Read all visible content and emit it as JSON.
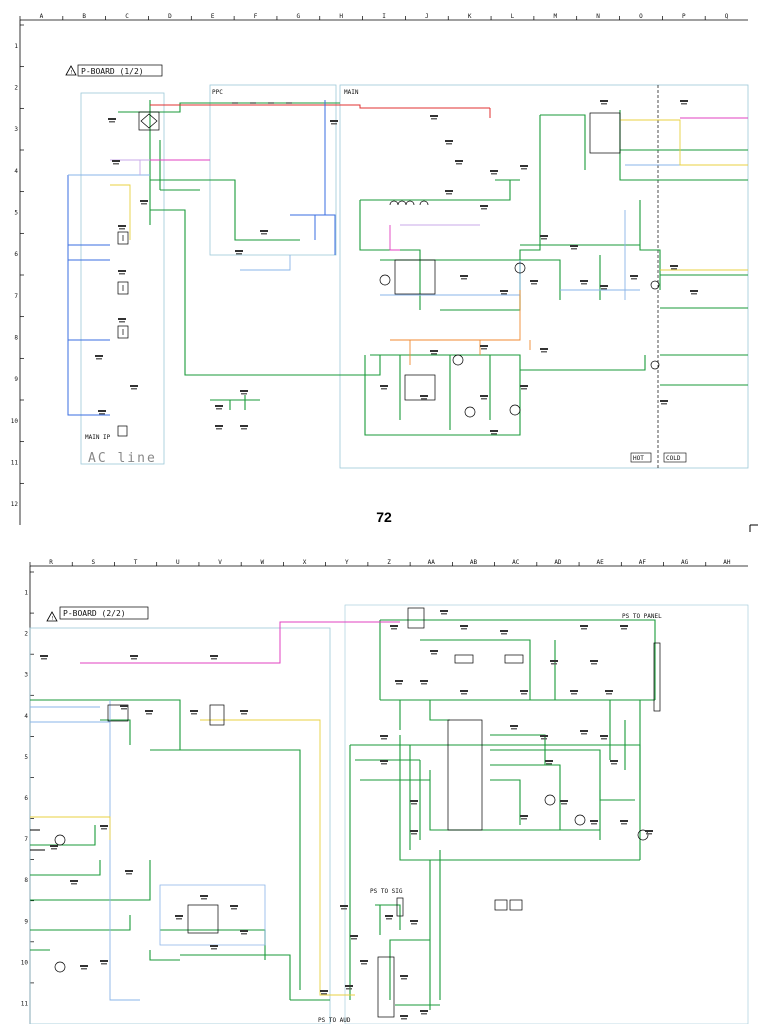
{
  "page": {
    "number": "72"
  },
  "sheet1": {
    "columns": [
      "A",
      "B",
      "C",
      "D",
      "E",
      "F",
      "G",
      "H",
      "I",
      "J",
      "K",
      "L",
      "M",
      "N",
      "O",
      "P",
      "Q"
    ],
    "rows": [
      "1",
      "2",
      "3",
      "4",
      "5",
      "6",
      "7",
      "8",
      "9",
      "10",
      "11",
      "12"
    ],
    "board_title": "P-BOARD (1/2)",
    "labels": {
      "ac_line": "AC line",
      "ppc": "PPC",
      "main": "MAIN",
      "main_ip": "MAIN IP",
      "hot": "HOT",
      "cold": "COLD"
    }
  },
  "sheet2": {
    "columns": [
      "R",
      "S",
      "T",
      "U",
      "V",
      "W",
      "X",
      "Y",
      "Z",
      "AA",
      "AB",
      "AC",
      "AD",
      "AE",
      "AF",
      "AG",
      "AH"
    ],
    "rows": [
      "1",
      "2",
      "3",
      "4",
      "5",
      "6",
      "7",
      "8",
      "9",
      "10",
      "11"
    ],
    "board_title": "P-BOARD (2/2)",
    "labels": {
      "ps_to_panel": "PS TO PANEL",
      "ps_to_sig": "PS TO SIG",
      "ps_to_aud": "PS TO AUD"
    }
  },
  "colors": {
    "green": "#1a9a3a",
    "red": "#e03030",
    "blue": "#3a6ee0",
    "pink": "#e040c0",
    "yellow": "#e8d040",
    "orange": "#f08a30",
    "lightblue": "#8ab4e8",
    "lavender": "#c8a8e8"
  }
}
